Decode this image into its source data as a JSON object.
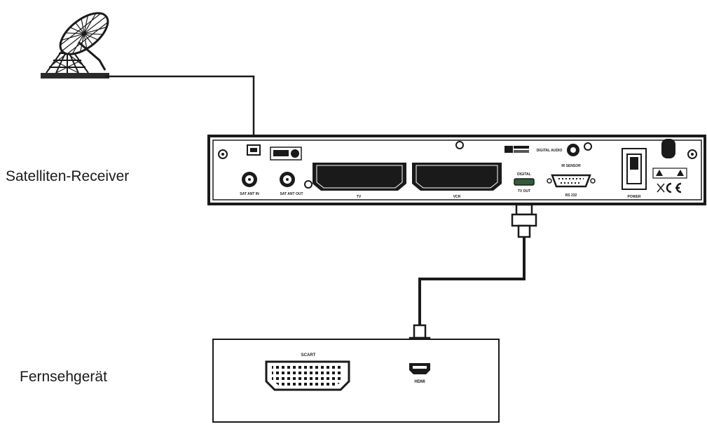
{
  "labels": {
    "receiver": "Satelliten-Receiver",
    "tv": "Fernsehgerät"
  },
  "receiver_panel": {
    "sat_ant_in": "SAT ANT IN",
    "sat_ant_out": "SAT ANT OUT",
    "scart_tv": "TV",
    "scart_vcr": "VCR",
    "digital_audio": "DIGITAL AUDIO",
    "hdmi_top": "DIGITAL",
    "hdmi_bottom": "TV OUT",
    "ir_sensor": "IR SENSOR",
    "rs232": "RS 232",
    "power": "POWER"
  },
  "tv_panel": {
    "scart": "SCART",
    "hdmi": "HDMI"
  },
  "icons": [
    "satellite-dish-icon",
    "lnb-connector-icon",
    "scart-port-icon",
    "hdmi-port-icon",
    "rs232-port-icon",
    "ce-mark-icon",
    "warning-triangle-icon",
    "power-switch-icon"
  ]
}
